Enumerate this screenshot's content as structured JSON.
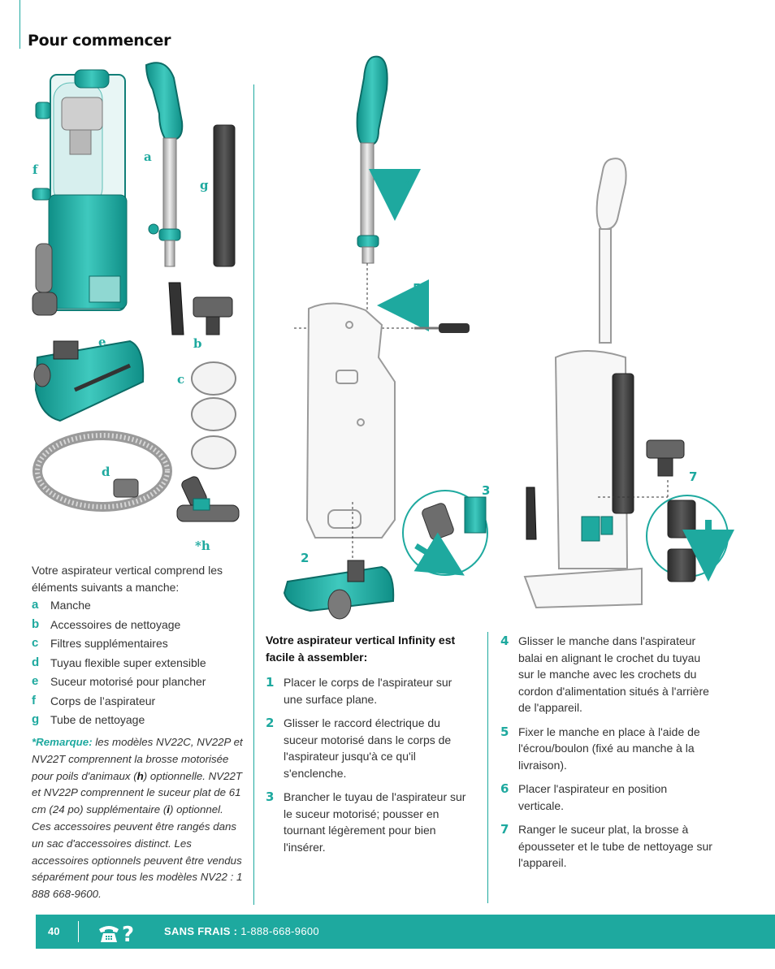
{
  "header": {
    "title": "Pour commencer"
  },
  "part_labels": {
    "f": "f",
    "a": "a",
    "g": "g",
    "e": "e",
    "b": "b",
    "c": "c",
    "d": "d",
    "h": "*h"
  },
  "step_labels": {
    "s4": "4",
    "s5": "5",
    "s3": "3",
    "s2": "2",
    "s7": "7"
  },
  "intro": "Votre aspirateur vertical comprend les éléments suivants a manche:",
  "parts": [
    {
      "key": "a",
      "label": "Manche"
    },
    {
      "key": "b",
      "label": "Accessoires de nettoyage"
    },
    {
      "key": "c",
      "label": "Filtres supplémentaires"
    },
    {
      "key": "d",
      "label": "Tuyau flexible super extensible"
    },
    {
      "key": "e",
      "label": "Suceur motorisé pour plancher"
    },
    {
      "key": "f",
      "label": "Corps de l’aspirateur"
    },
    {
      "key": "g",
      "label": "Tube de nettoyage"
    }
  ],
  "remark": {
    "prefix": "*Remarque:",
    "text1": " les modèles NV22C, NV22P et NV22T comprennent la brosse motorisée pour poils d'animaux (",
    "letter1": "h",
    "text2": ") optionnelle. NV22T et NV22P comprennent le suceur plat de 61 cm (24 po) supplémentaire (",
    "letter2": "i",
    "text3": ") optionnel. Ces accessoires peuvent être rangés dans un sac d'accessoires distinct. Les accessoires optionnels peuvent être vendus séparément pour tous les modèles NV22 : 1 888 668-9600."
  },
  "assembly": {
    "heading": "Votre aspirateur vertical Infinity est facile à assembler:",
    "steps_left": [
      {
        "n": "1",
        "text": "Placer le corps de l'aspirateur sur une surface plane."
      },
      {
        "n": "2",
        "text": "Glisser le raccord électrique du suceur motorisé dans le corps de l'aspirateur jusqu'à ce qu'il s'enclenche."
      },
      {
        "n": "3",
        "text": "Brancher le tuyau de l'aspirateur sur le suceur motorisé; pousser en tournant légèrement pour bien l'insérer."
      }
    ],
    "steps_right": [
      {
        "n": "4",
        "text": "Glisser le manche dans l'aspirateur balai en alignant le crochet du tuyau sur le manche avec les crochets du cordon d'alimentation situés à l'arrière de l'appareil."
      },
      {
        "n": "5",
        "text": "Fixer le manche en place à l'aide de l'écrou/boulon (fixé au manche à la livraison)."
      },
      {
        "n": "6",
        "text": "Placer l'aspirateur en position verticale."
      },
      {
        "n": "7",
        "text": "Ranger le suceur plat, la brosse à épousseter et le tube de nettoyage sur l'appareil."
      }
    ]
  },
  "footer": {
    "page_number": "40",
    "toll_free_label": "SANS FRAIS :",
    "phone": "1-888-668-9600"
  },
  "colors": {
    "accent": "#1ea99f",
    "accent_dark": "#117f78",
    "line": "#555555"
  }
}
